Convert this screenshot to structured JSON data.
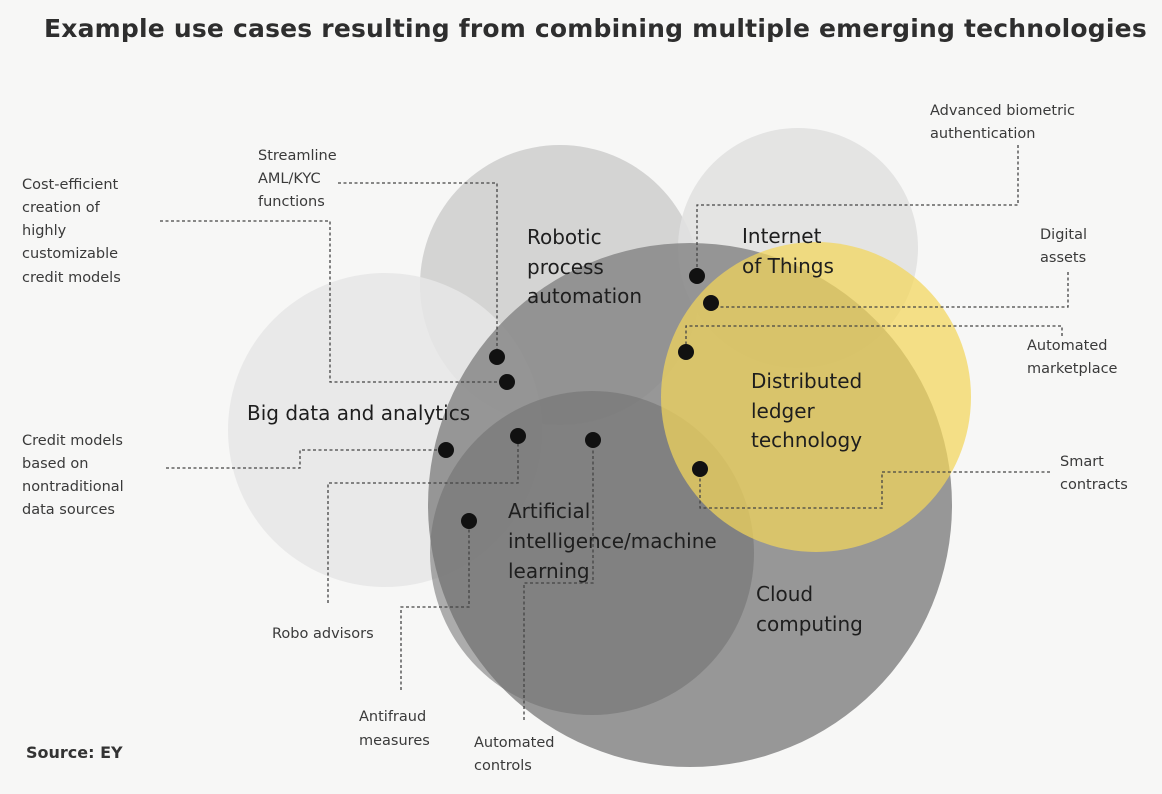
{
  "title": "Example use cases resulting from combining multiple emerging technologies",
  "source": "Source: EY",
  "colors": {
    "background": "#f7f7f6",
    "robotic": "#cfcfcf",
    "iot": "#e1e1e1",
    "big_data": "#e6e6e6",
    "cloud": "#8f8f8f",
    "ai": "#7f7f7f",
    "dlt": "#f2d65a",
    "dot": "#111111"
  },
  "technologies": {
    "robotic": [
      "Robotic",
      "process",
      "automation"
    ],
    "iot": [
      "Internet",
      "of Things"
    ],
    "big_data": [
      "Big data and analytics"
    ],
    "dlt": [
      "Distributed",
      "ledger",
      "technology"
    ],
    "ai": [
      "Artificial",
      "intelligence/machine",
      "learning"
    ],
    "cloud": [
      "Cloud",
      "computing"
    ]
  },
  "use_cases": {
    "cost_efficient": [
      "Cost-efficient",
      "creation of",
      "highly",
      "customizable",
      "credit models"
    ],
    "streamline": [
      "Streamline",
      "AML/KYC",
      "functions"
    ],
    "credit_models": [
      "Credit models",
      "based on",
      "nontraditional",
      "data sources"
    ],
    "robo_advisors": [
      "Robo advisors"
    ],
    "antifraud": [
      "Antifraud",
      "measures"
    ],
    "automated_controls": [
      "Automated",
      "controls"
    ],
    "biometric": [
      "Advanced biometric",
      "authentication"
    ],
    "digital_assets": [
      "Digital",
      "assets"
    ],
    "marketplace": [
      "Automated",
      "marketplace"
    ],
    "smart_contracts": [
      "Smart",
      "contracts"
    ]
  }
}
